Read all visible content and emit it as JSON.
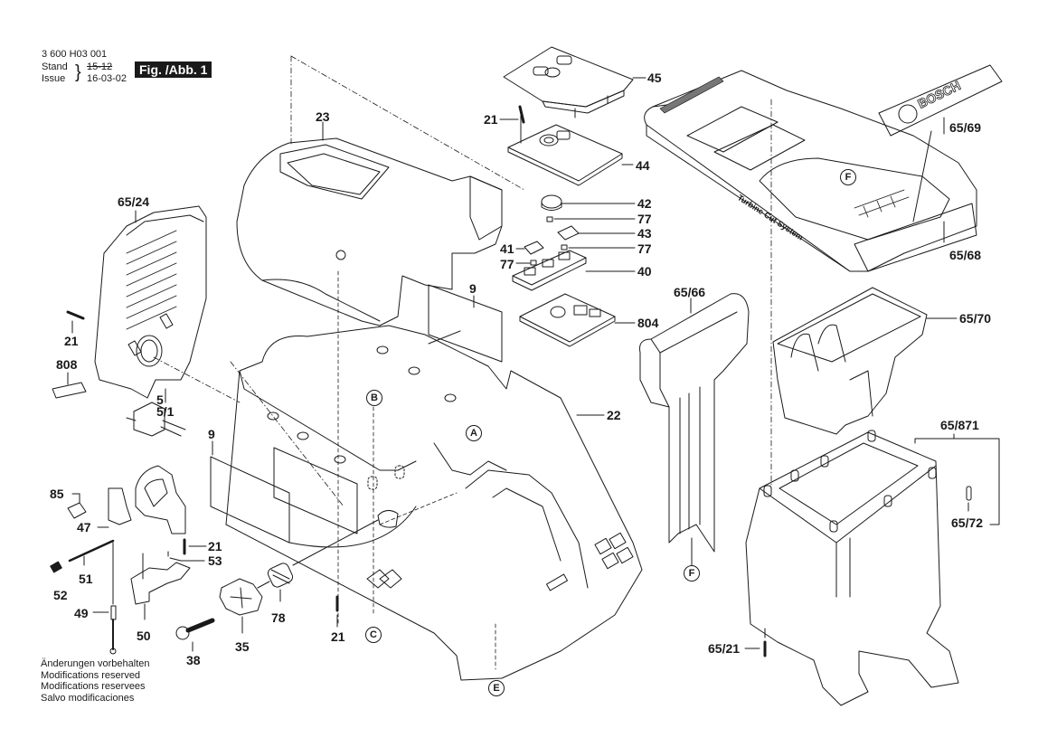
{
  "header": {
    "part_number": "3 600 H03 001",
    "stand_label": "Stand",
    "issue_label": "Issue",
    "stand_value_struck": "15-12",
    "issue_date": "16-03-02",
    "figure_label": "Fig. /Abb. 1"
  },
  "notes": [
    "Änderungen vorbehalten",
    "Modifications reserved",
    "Modifications reservees",
    "Salvo modificaciones"
  ],
  "branding": {
    "logo_text": "BOSCH",
    "hopper_text": "Turbine Cut System"
  },
  "callouts": {
    "p45": "45",
    "p21a": "21",
    "p44": "44",
    "p42": "42",
    "p77a": "77",
    "p43": "43",
    "p41": "41",
    "p77b": "77",
    "p77c": "77",
    "p40": "40",
    "p804": "804",
    "p23": "23",
    "p9a": "9",
    "p9b": "9",
    "p65_24": "65/24",
    "p21b": "21",
    "p808": "808",
    "p5": "5",
    "p5_1": "5/1",
    "p85": "85",
    "p47": "47",
    "p51": "51",
    "p52": "52",
    "p49": "49",
    "p50": "50",
    "p21c": "21",
    "p53": "53",
    "p38": "38",
    "p35": "35",
    "p78": "78",
    "p21d": "21",
    "p22": "22",
    "p65_66": "65/66",
    "p65_69": "65/69",
    "p65_68": "65/68",
    "p65_70": "65/70",
    "p65_871": "65/871",
    "p65_72": "65/72",
    "p65_21": "65/21"
  },
  "reference_marks": {
    "A": "A",
    "B": "B",
    "C": "C",
    "E": "E",
    "F_top": "F",
    "F_bottom": "F"
  }
}
